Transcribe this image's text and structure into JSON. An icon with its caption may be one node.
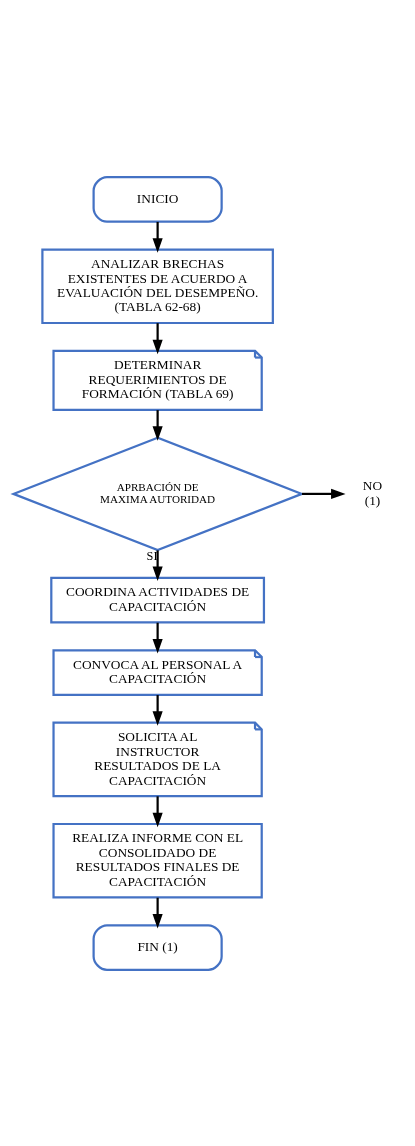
{
  "diagram": {
    "nodes": [
      {
        "text": [
          "INICIO"
        ]
      },
      {
        "text": [
          "ANALIZAR BRECHAS EXISTENTES DE ACUERDO A EVALUACIÓN DEL DESEMPEÑO. (TABLA 62-68)"
        ]
      },
      {
        "text": [
          "DETERMINAR REQUERIMIENTOS DE FORMACIÓN (TABLA 69)"
        ]
      },
      {
        "text": [
          "APRBACIÓN DE MAXIMA AUTORIDAD"
        ]
      },
      {
        "text": [
          "NO (1)"
        ]
      },
      {
        "text": [
          "COORDINA ACTIVIDADES DE CAPACITACIÓN"
        ]
      },
      {
        "text": [
          "CONVOCA AL PERSONAL A CAPACITACIÓN"
        ]
      },
      {
        "text": [
          "SOLICITA AL INSTRUCTOR RESULTADOS DE LA CAPACITACIÓN"
        ]
      },
      {
        "text": [
          "REALIZA INFORME CON EL CONSOLIDADO DE RESULTADOS FINALES DE CAPACITACIÓN"
        ]
      },
      {
        "text": [
          "FIN (1)"
        ]
      }
    ],
    "edges": [
      {
        "from": 0,
        "to": 1,
        "arrow": "to"
      },
      {
        "from": 1,
        "to": 2,
        "arrow": "to"
      },
      {
        "from": 2,
        "to": 3,
        "arrow": "to"
      },
      {
        "from": 3,
        "to": 4,
        "arrow": "to"
      },
      {
        "from": 3,
        "to": 5,
        "arrow": "to",
        "label": "SI"
      },
      {
        "from": 5,
        "to": 6,
        "arrow": "to"
      },
      {
        "from": 6,
        "to": 7,
        "arrow": "to"
      },
      {
        "from": 7,
        "to": 8,
        "arrow": "to"
      },
      {
        "from": 8,
        "to": 9,
        "arrow": "to"
      }
    ]
  }
}
